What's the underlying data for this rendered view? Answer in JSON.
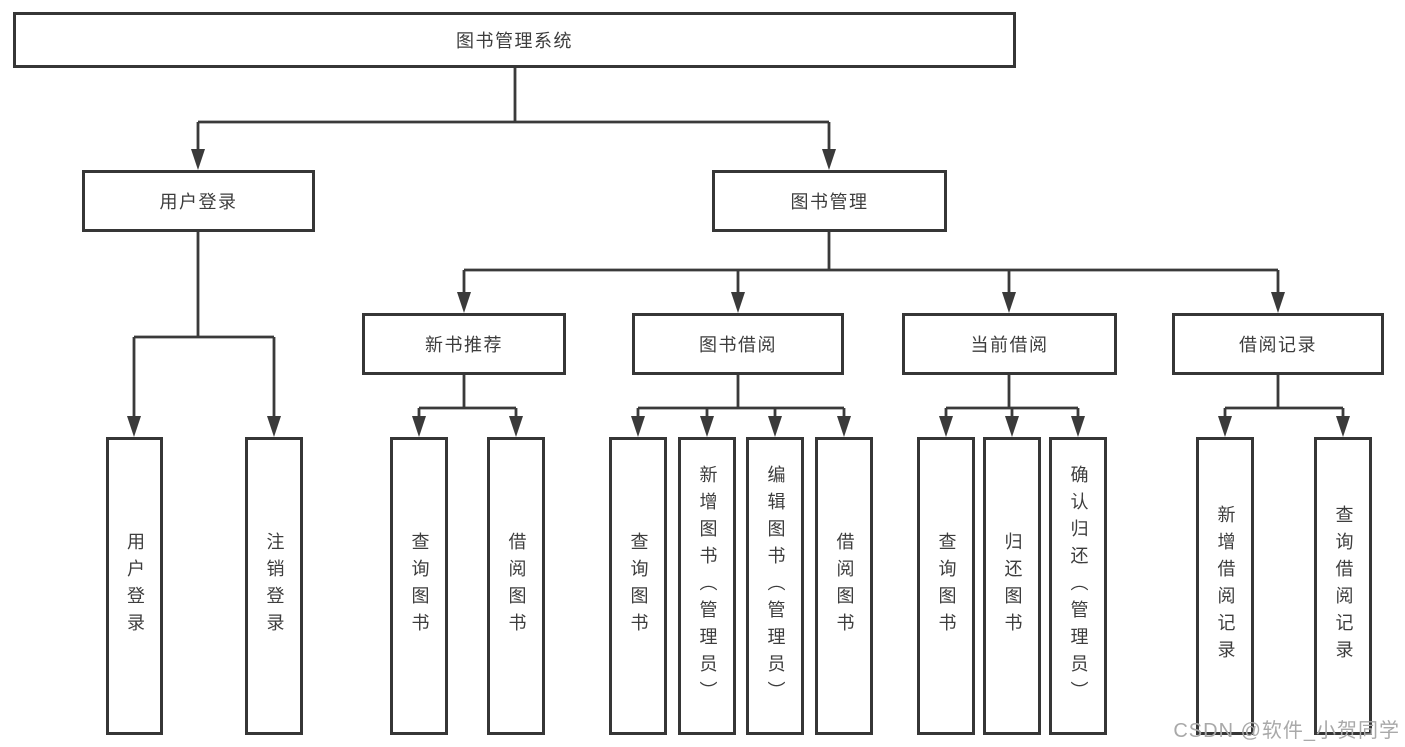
{
  "diagram": {
    "type": "hierarchy-tree",
    "colors": {
      "background": "#ffffff",
      "line": "#3a3a3a",
      "box_border": "#363636",
      "text": "#3d3d3d",
      "watermark": "#a9a9a9"
    },
    "tree": {
      "label": "图书管理系统",
      "children": [
        {
          "label": "用户登录",
          "children": [
            {
              "label": "用户登录"
            },
            {
              "label": "注销登录"
            }
          ]
        },
        {
          "label": "图书管理",
          "children": [
            {
              "label": "新书推荐",
              "children": [
                {
                  "label": "查询图书"
                },
                {
                  "label": "借阅图书"
                }
              ]
            },
            {
              "label": "图书借阅",
              "children": [
                {
                  "label": "查询图书"
                },
                {
                  "label": "新增图书（管理员）"
                },
                {
                  "label": "编辑图书（管理员）"
                },
                {
                  "label": "借阅图书"
                }
              ]
            },
            {
              "label": "当前借阅",
              "children": [
                {
                  "label": "查询图书"
                },
                {
                  "label": "归还图书"
                },
                {
                  "label": "确认归还（管理员）"
                }
              ]
            },
            {
              "label": "借阅记录",
              "children": [
                {
                  "label": "新增借阅记录"
                },
                {
                  "label": "查询借阅记录"
                }
              ]
            }
          ]
        }
      ]
    },
    "watermark": {
      "text": "CSDN @软件_小贺同学"
    }
  }
}
